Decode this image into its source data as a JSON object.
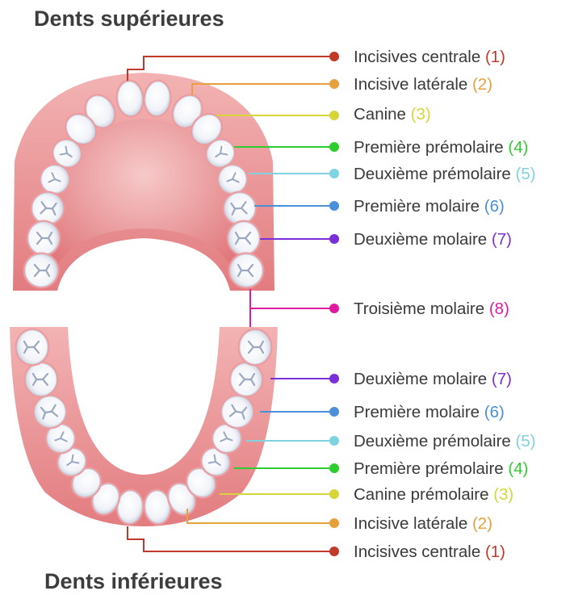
{
  "titles": {
    "upper": "Dents supérieures",
    "lower": "Dents inférieures"
  },
  "labels": [
    {
      "text": "Incisives centrale ",
      "num": "(1)",
      "color": "#c0392b"
    },
    {
      "text": "Incisive latérale ",
      "num": "(2)",
      "color": "#e8a03c"
    },
    {
      "text": "Canine ",
      "num": "(3)",
      "color": "#d6d63a"
    },
    {
      "text": "Première prémolaire ",
      "num": "(4)",
      "color": "#2ecc2e"
    },
    {
      "text": "Deuxième prémolaire ",
      "num": "(5)",
      "color": "#7fd3e0"
    },
    {
      "text": "Première molaire ",
      "num": "(6)",
      "color": "#4a8fd9"
    },
    {
      "text": "Deuxième molaire ",
      "num": "(7)",
      "color": "#7b2fd6"
    },
    {
      "text": "Troisième molaire ",
      "num": "(8)",
      "color": "#e01ba0"
    },
    {
      "text": "Deuxième molaire ",
      "num": "(7)",
      "color": "#7b2fd6"
    },
    {
      "text": "Première molaire ",
      "num": "(6)",
      "color": "#4a8fd9"
    },
    {
      "text": "Deuxième prémolaire ",
      "num": "(5)",
      "color": "#7fd3e0"
    },
    {
      "text": "Première prémolaire ",
      "num": "(4)",
      "color": "#2ecc2e"
    },
    {
      "text": "Canine prémolaire ",
      "num": "(3)",
      "color": "#d6d63a"
    },
    {
      "text": "Incisive latérale ",
      "num": "(2)",
      "color": "#e8a03c"
    },
    {
      "text": "Incisives centrale ",
      "num": "(1)",
      "color": "#c0392b"
    }
  ]
}
